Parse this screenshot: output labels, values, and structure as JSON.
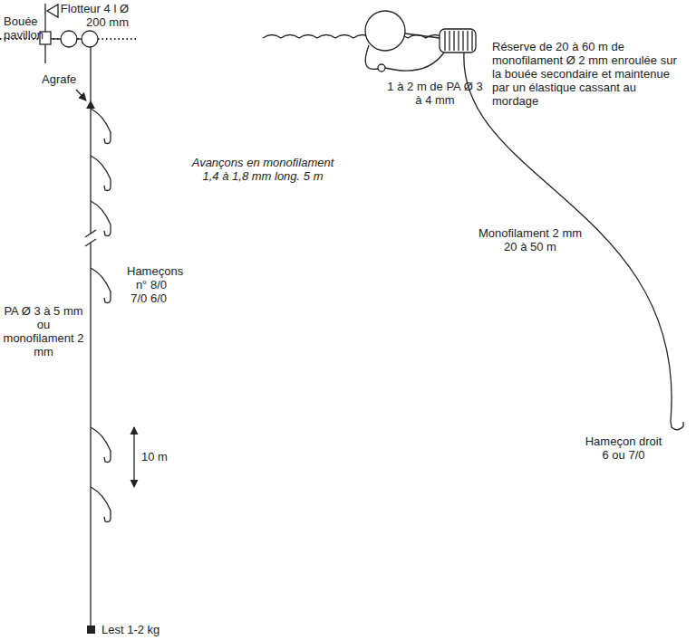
{
  "diagram": {
    "labels": [
      "Bouée pavillon",
      "Flotteur 4 l Ø 200 mm",
      "Agrafe",
      "Avançons en monofilament 1,4 à 1,8 mm long. 5 m",
      "PA Ø 3 à 5 mm ou monofilament 2 mm",
      "Hameçons n° 8/0 7/0 6/0",
      "10 m",
      "Lest 1-2 kg",
      "1 à 2 m de PA Ø 3 à 4 mm",
      "Réserve de 20 à 60 m de monofilament Ø 2 mm enroulée sur la bouée secondaire et maintenue par un élastique cassant au mordage",
      "Monofilament 2 mm 20 à 50 m",
      "Hameçon droit 6 ou 7/0"
    ]
  }
}
